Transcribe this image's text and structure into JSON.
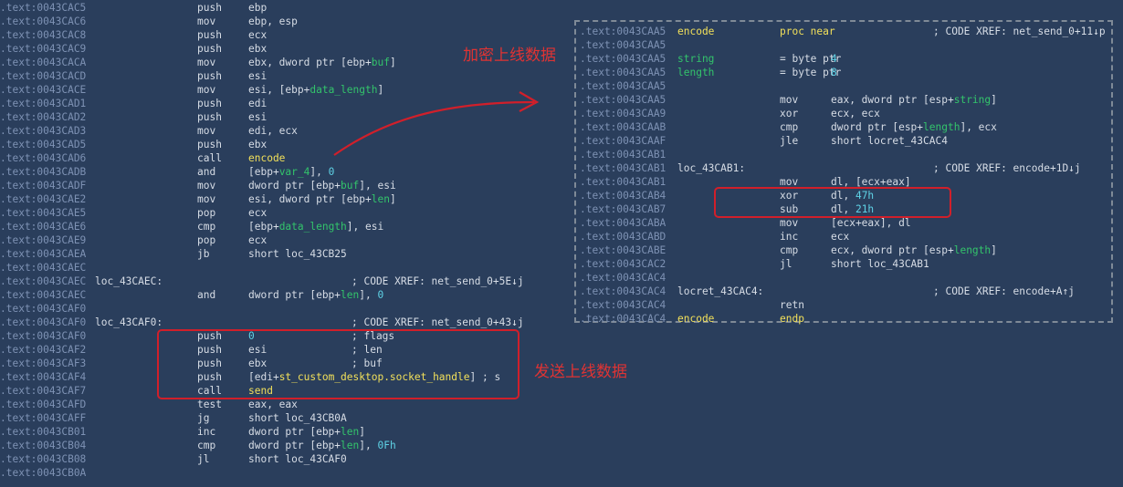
{
  "main_listing": [
    {
      "addr": ".text:0043CAC5",
      "mn": "push",
      "op": [
        {
          "t": "ebp"
        }
      ]
    },
    {
      "addr": ".text:0043CAC6",
      "mn": "mov",
      "op": [
        {
          "t": "ebp, esp"
        }
      ]
    },
    {
      "addr": ".text:0043CAC8",
      "mn": "push",
      "op": [
        {
          "t": "ecx"
        }
      ]
    },
    {
      "addr": ".text:0043CAC9",
      "mn": "push",
      "op": [
        {
          "t": "ebx"
        }
      ]
    },
    {
      "addr": ".text:0043CACA",
      "mn": "mov",
      "op": [
        {
          "t": "ebx, dword ptr [ebp+"
        },
        {
          "t": "buf",
          "c": "g"
        },
        {
          "t": "]"
        }
      ]
    },
    {
      "addr": ".text:0043CACD",
      "mn": "push",
      "op": [
        {
          "t": "esi"
        }
      ]
    },
    {
      "addr": ".text:0043CACE",
      "mn": "mov",
      "op": [
        {
          "t": "esi, [ebp+"
        },
        {
          "t": "data_length",
          "c": "g"
        },
        {
          "t": "]"
        }
      ]
    },
    {
      "addr": ".text:0043CAD1",
      "mn": "push",
      "op": [
        {
          "t": "edi"
        }
      ]
    },
    {
      "addr": ".text:0043CAD2",
      "mn": "push",
      "op": [
        {
          "t": "esi"
        }
      ]
    },
    {
      "addr": ".text:0043CAD3",
      "mn": "mov",
      "op": [
        {
          "t": "edi, ecx"
        }
      ]
    },
    {
      "addr": ".text:0043CAD5",
      "mn": "push",
      "op": [
        {
          "t": "ebx"
        }
      ]
    },
    {
      "addr": ".text:0043CAD6",
      "mn": "call",
      "op": [
        {
          "t": "encode",
          "c": "y"
        }
      ]
    },
    {
      "addr": ".text:0043CADB",
      "mn": "and",
      "op": [
        {
          "t": "[ebp+"
        },
        {
          "t": "var_4",
          "c": "g"
        },
        {
          "t": "], "
        },
        {
          "t": "0",
          "c": "c"
        }
      ]
    },
    {
      "addr": ".text:0043CADF",
      "mn": "mov",
      "op": [
        {
          "t": "dword ptr [ebp+"
        },
        {
          "t": "buf",
          "c": "g"
        },
        {
          "t": "], esi"
        }
      ]
    },
    {
      "addr": ".text:0043CAE2",
      "mn": "mov",
      "op": [
        {
          "t": "esi, dword ptr [ebp+"
        },
        {
          "t": "len",
          "c": "g"
        },
        {
          "t": "]"
        }
      ]
    },
    {
      "addr": ".text:0043CAE5",
      "mn": "pop",
      "op": [
        {
          "t": "ecx"
        }
      ]
    },
    {
      "addr": ".text:0043CAE6",
      "mn": "cmp",
      "op": [
        {
          "t": "[ebp+"
        },
        {
          "t": "data_length",
          "c": "g"
        },
        {
          "t": "], esi"
        }
      ]
    },
    {
      "addr": ".text:0043CAE9",
      "mn": "pop",
      "op": [
        {
          "t": "ecx"
        }
      ]
    },
    {
      "addr": ".text:0043CAEA",
      "mn": "jb",
      "op": [
        {
          "t": "short loc_43CB25"
        }
      ]
    },
    {
      "addr": ".text:0043CAEC"
    },
    {
      "addr": ".text:0043CAEC",
      "label": "loc_43CAEC:",
      "comment": "; CODE XREF: net_send_0+5E↓j"
    },
    {
      "addr": ".text:0043CAEC",
      "mn": "and",
      "op": [
        {
          "t": "dword ptr [ebp+"
        },
        {
          "t": "len",
          "c": "g"
        },
        {
          "t": "], "
        },
        {
          "t": "0",
          "c": "c"
        }
      ]
    },
    {
      "addr": ".text:0043CAF0"
    },
    {
      "addr": ".text:0043CAF0",
      "label": "loc_43CAF0:",
      "comment": "; CODE XREF: net_send_0+43↓j"
    },
    {
      "addr": ".text:0043CAF0",
      "mn": "push",
      "op": [
        {
          "t": "0",
          "c": "c"
        }
      ],
      "comment": "; flags"
    },
    {
      "addr": ".text:0043CAF2",
      "mn": "push",
      "op": [
        {
          "t": "esi"
        }
      ],
      "comment": "; len"
    },
    {
      "addr": ".text:0043CAF3",
      "mn": "push",
      "op": [
        {
          "t": "ebx"
        }
      ],
      "comment": "; buf"
    },
    {
      "addr": ".text:0043CAF4",
      "mn": "push",
      "op": [
        {
          "t": "[edi+"
        },
        {
          "t": "st_custom_desktop.socket_handle",
          "c": "y"
        },
        {
          "t": "] ; s"
        }
      ]
    },
    {
      "addr": ".text:0043CAF7",
      "mn": "call",
      "op": [
        {
          "t": "send",
          "c": "y"
        }
      ]
    },
    {
      "addr": ".text:0043CAFD",
      "mn": "test",
      "op": [
        {
          "t": "eax, eax"
        }
      ]
    },
    {
      "addr": ".text:0043CAFF",
      "mn": "jg",
      "op": [
        {
          "t": "short loc_43CB0A"
        }
      ]
    },
    {
      "addr": ".text:0043CB01",
      "mn": "inc",
      "op": [
        {
          "t": "dword ptr [ebp+"
        },
        {
          "t": "len",
          "c": "g"
        },
        {
          "t": "]"
        }
      ]
    },
    {
      "addr": ".text:0043CB04",
      "mn": "cmp",
      "op": [
        {
          "t": "dword ptr [ebp+"
        },
        {
          "t": "len",
          "c": "g"
        },
        {
          "t": "], "
        },
        {
          "t": "0Fh",
          "c": "c"
        }
      ]
    },
    {
      "addr": ".text:0043CB08",
      "mn": "jl",
      "op": [
        {
          "t": "short loc_43CAF0"
        }
      ]
    },
    {
      "addr": ".text:0043CB0A"
    }
  ],
  "encode_listing": [
    {
      "addr": ".text:0043CAA5",
      "label": "encode",
      "label_c": "y",
      "mn": "proc near",
      "mn_c": "y",
      "comment": "; CODE XREF: net_send_0+11↓p"
    },
    {
      "addr": ".text:0043CAA5"
    },
    {
      "addr": ".text:0043CAA5",
      "label": "string",
      "label_c": "g",
      "mn": "= byte ptr",
      "op": [
        {
          "t": "4",
          "c": "c"
        }
      ]
    },
    {
      "addr": ".text:0043CAA5",
      "label": "length",
      "label_c": "g",
      "mn": "= byte ptr",
      "op": [
        {
          "t": "8",
          "c": "c"
        }
      ]
    },
    {
      "addr": ".text:0043CAA5"
    },
    {
      "addr": ".text:0043CAA5",
      "mn": "mov",
      "op": [
        {
          "t": "eax, dword ptr [esp+"
        },
        {
          "t": "string",
          "c": "g"
        },
        {
          "t": "]"
        }
      ]
    },
    {
      "addr": ".text:0043CAA9",
      "mn": "xor",
      "op": [
        {
          "t": "ecx, ecx"
        }
      ]
    },
    {
      "addr": ".text:0043CAAB",
      "mn": "cmp",
      "op": [
        {
          "t": "dword ptr [esp+"
        },
        {
          "t": "length",
          "c": "g"
        },
        {
          "t": "], ecx"
        }
      ]
    },
    {
      "addr": ".text:0043CAAF",
      "mn": "jle",
      "op": [
        {
          "t": "short locret_43CAC4"
        }
      ]
    },
    {
      "addr": ".text:0043CAB1"
    },
    {
      "addr": ".text:0043CAB1",
      "label": "loc_43CAB1:",
      "comment": "; CODE XREF: encode+1D↓j"
    },
    {
      "addr": ".text:0043CAB1",
      "mn": "mov",
      "op": [
        {
          "t": "dl, [ecx+eax]"
        }
      ]
    },
    {
      "addr": ".text:0043CAB4",
      "mn": "xor",
      "op": [
        {
          "t": "dl, "
        },
        {
          "t": "47h",
          "c": "c"
        }
      ]
    },
    {
      "addr": ".text:0043CAB7",
      "mn": "sub",
      "op": [
        {
          "t": "dl, "
        },
        {
          "t": "21h",
          "c": "c"
        }
      ]
    },
    {
      "addr": ".text:0043CABA",
      "mn": "mov",
      "op": [
        {
          "t": "[ecx+eax], dl"
        }
      ]
    },
    {
      "addr": ".text:0043CABD",
      "mn": "inc",
      "op": [
        {
          "t": "ecx"
        }
      ]
    },
    {
      "addr": ".text:0043CABE",
      "mn": "cmp",
      "op": [
        {
          "t": "ecx, dword ptr [esp+"
        },
        {
          "t": "length",
          "c": "g"
        },
        {
          "t": "]"
        }
      ]
    },
    {
      "addr": ".text:0043CAC2",
      "mn": "jl",
      "op": [
        {
          "t": "short loc_43CAB1"
        }
      ]
    },
    {
      "addr": ".text:0043CAC4"
    },
    {
      "addr": ".text:0043CAC4",
      "label": "locret_43CAC4:",
      "comment": "; CODE XREF: encode+A↑j"
    },
    {
      "addr": ".text:0043CAC4",
      "mn": "retn"
    },
    {
      "addr": ".text:0043CAC4",
      "label": "encode",
      "label_c": "y",
      "mn": "endp",
      "mn_c": "y"
    }
  ],
  "annotations": {
    "encrypt": "加密上线数据",
    "send": "发送上线数据"
  },
  "colors": {
    "background": "#2a3e5c",
    "address": "#7e92b4",
    "annotation_red": "#d11f2a",
    "variable_green": "#33c46b",
    "name_yellow": "#f2e05a",
    "number_cyan": "#5fd3e6"
  }
}
